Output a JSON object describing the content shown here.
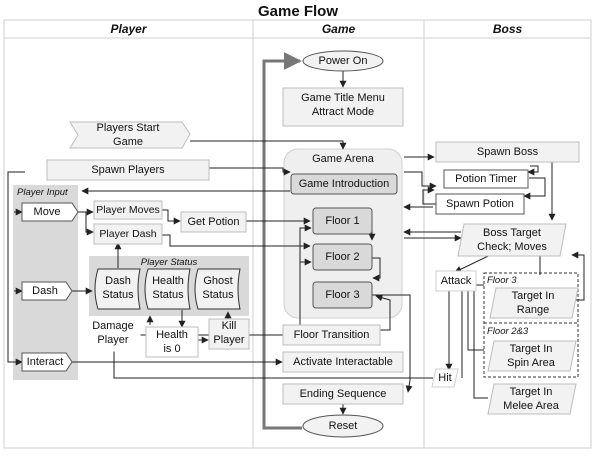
{
  "title": "Game Flow",
  "lanes": {
    "player": "Player",
    "game": "Game",
    "boss": "Boss"
  },
  "groups": {
    "player_input": "Player Input",
    "player_status": "Player Status",
    "floor3": "Floor 3",
    "floor23": "Floor 2&3"
  },
  "nodes": {
    "power_on": "Power On",
    "title_menu_1": "Game Title Menu",
    "title_menu_2": "Attract Mode",
    "players_start_1": "Players Start",
    "players_start_2": "Game",
    "spawn_players": "Spawn Players",
    "game_arena": "Game Arena",
    "game_intro": "Game Introduction",
    "floor1": "Floor 1",
    "floor2": "Floor 2",
    "floor3": "Floor 3",
    "move": "Move",
    "dash": "Dash",
    "interact": "Interact",
    "player_moves": "Player Moves",
    "player_dash": "Player Dash",
    "get_potion": "Get Potion",
    "dash_status_1": "Dash",
    "dash_status_2": "Status",
    "health_status_1": "Health",
    "health_status_2": "Status",
    "ghost_status_1": "Ghost",
    "ghost_status_2": "Status",
    "damage_player_1": "Damage",
    "damage_player_2": "Player",
    "health_zero_1": "Health",
    "health_zero_2": "is 0",
    "kill_player_1": "Kill",
    "kill_player_2": "Player",
    "floor_transition": "Floor Transition",
    "activate_interactable": "Activate Interactable",
    "ending_sequence": "Ending Sequence",
    "reset": "Reset",
    "spawn_boss": "Spawn Boss",
    "potion_timer": "Potion Timer",
    "spawn_potion": "Spawn Potion",
    "boss_target_1": "Boss Target",
    "boss_target_2": "Check; Moves",
    "attack": "Attack",
    "hit": "Hit",
    "target_range_1": "Target In",
    "target_range_2": "Range",
    "target_spin_1": "Target In",
    "target_spin_2": "Spin Area",
    "target_melee_1": "Target In",
    "target_melee_2": "Melee Area"
  },
  "colors": {
    "lane_border": "#cfcfcf",
    "node_fill": "#f2f2f2",
    "node_stroke": "#bdbdbd",
    "floor_fill": "#d9d9d9",
    "arena_fill": "#efefef",
    "group_fill": "#d9d9d9",
    "arrow": "#222222",
    "main_line": "#777777"
  }
}
